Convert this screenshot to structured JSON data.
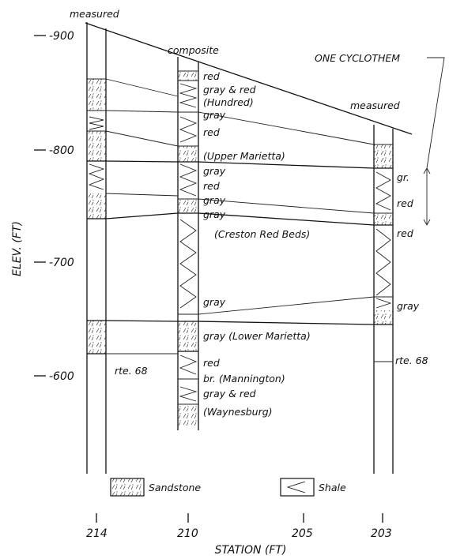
{
  "y_axis": {
    "label": "ELEV. (FT)",
    "ticks": [
      "-900",
      "-800",
      "-700",
      "-600"
    ]
  },
  "x_axis": {
    "label": "STATION (FT)",
    "ticks": [
      "214",
      "210",
      "205",
      "203"
    ]
  },
  "columns": {
    "left_label": "measured",
    "middle_label": "composite",
    "right_label": "measured"
  },
  "annotation": "ONE CYCLOTHEM",
  "middle_layers": [
    "red",
    "gray & red",
    "(Hundred)",
    "gray",
    "red",
    "(Upper Marietta)",
    "gray",
    "red",
    "gray",
    "gray",
    "(Creston Red Beds)",
    "gray",
    "gray (Lower Marietta)",
    "red",
    "br. (Mannington)",
    "gray & red",
    "(Waynesburg)"
  ],
  "right_layers": [
    "gr.",
    "red",
    "red",
    "gray",
    "rte. 68"
  ],
  "left_marker": "rte. 68",
  "legend": {
    "sandstone": "Sandstone",
    "shale": "Shale"
  }
}
